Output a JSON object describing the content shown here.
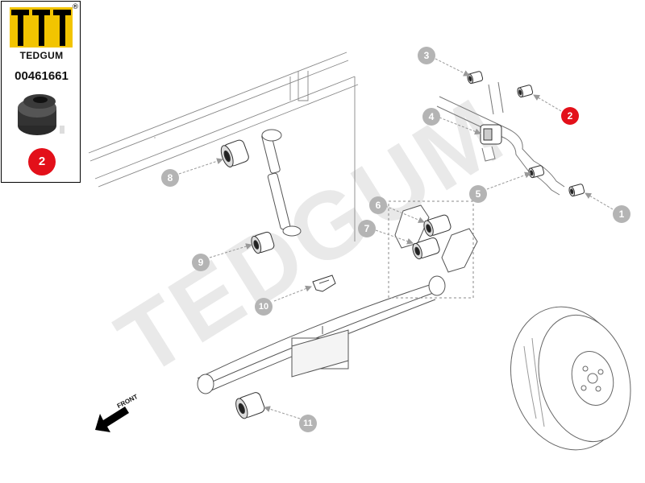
{
  "brand": {
    "name": "TEDGUM",
    "registered_mark": "®",
    "part_number": "00461661",
    "highlight_badge": "2",
    "accent_color": "#e3101a"
  },
  "callouts": [
    "1",
    "2",
    "3",
    "4",
    "5",
    "6",
    "7",
    "8",
    "9",
    "10",
    "11"
  ],
  "highlighted_callout": "2",
  "front_label": "FRONT",
  "watermark": "TEDGUM",
  "colors": {
    "callout_grey": "#b4b4b4",
    "highlight_red": "#e3101a",
    "line": "#666666"
  }
}
